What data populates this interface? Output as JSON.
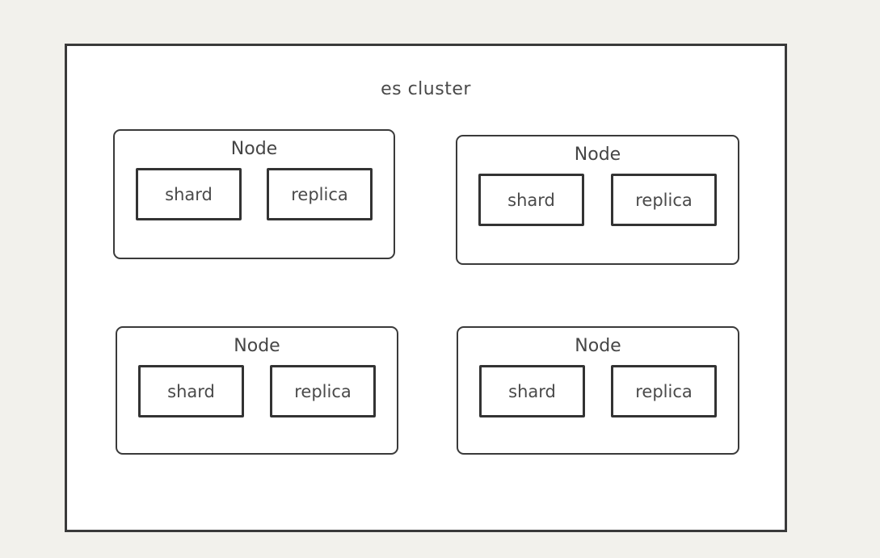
{
  "page": {
    "background_color": "#f2f1ec"
  },
  "diagram": {
    "title": "es cluster",
    "colors": {
      "frame_background": "#ffffff",
      "border": "#3a3a3a",
      "text": "#4a4a4a"
    },
    "nodes": [
      {
        "label": "Node",
        "boxes": [
          {
            "label": "shard"
          },
          {
            "label": "replica"
          }
        ]
      },
      {
        "label": "Node",
        "boxes": [
          {
            "label": "shard"
          },
          {
            "label": "replica"
          }
        ]
      },
      {
        "label": "Node",
        "boxes": [
          {
            "label": "shard"
          },
          {
            "label": "replica"
          }
        ]
      },
      {
        "label": "Node",
        "boxes": [
          {
            "label": "shard"
          },
          {
            "label": "replica"
          }
        ]
      }
    ]
  }
}
